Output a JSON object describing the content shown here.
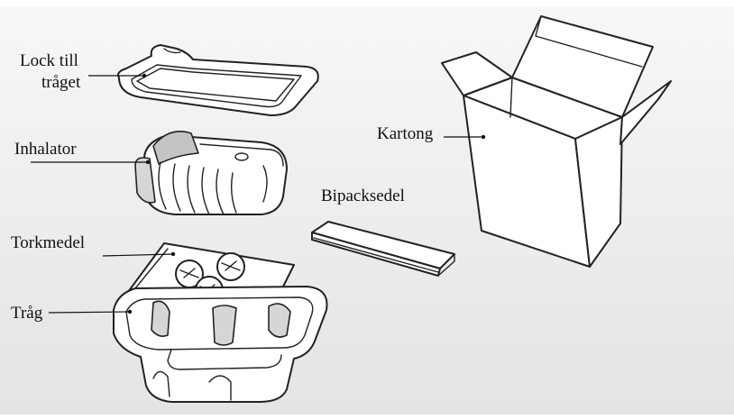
{
  "labels": {
    "lid": [
      "Lock till",
      "tråget"
    ],
    "inhaler": "Inhalator",
    "desiccant": "Torkmedel",
    "tray": "Tråg",
    "carton": "Kartong",
    "leaflet": "Bipacksedel"
  },
  "colors": {
    "background": "#f0f0f0",
    "stroke": "#222222",
    "shading": "#d6d6d6"
  }
}
